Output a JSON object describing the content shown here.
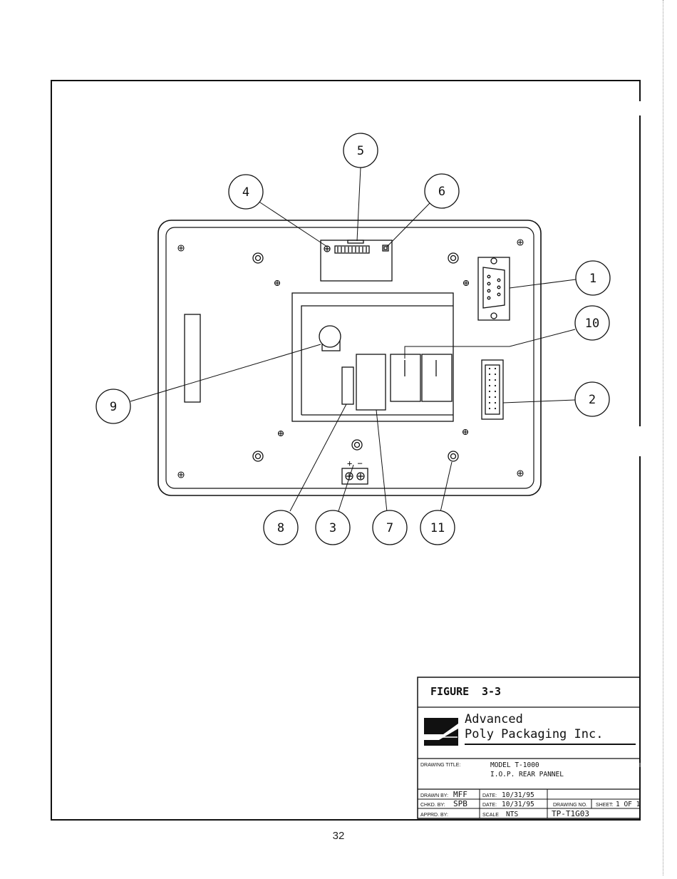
{
  "figure": {
    "label": "FIGURE",
    "number": "3-3"
  },
  "company": {
    "line1": "Advanced",
    "line2": "Poly Packaging Inc."
  },
  "drawing_title": {
    "label": "DRAWING TITLE:",
    "line1": "MODEL T-1000",
    "line2": "I.O.P. REAR PANNEL"
  },
  "drawn_by": {
    "label": "DRAWN BY:",
    "value": "MFF"
  },
  "checked_by": {
    "label": "CHKD. BY:",
    "value": "SPB"
  },
  "approved_by": {
    "label": "APPRD. BY:",
    "value": ""
  },
  "date1": {
    "label": "DATE:",
    "value": "10/31/95"
  },
  "date2": {
    "label": "DATE:",
    "value": "10/31/95"
  },
  "scale": {
    "label": "SCALE",
    "value": "NTS"
  },
  "drawing_no": {
    "label": "DRAWING NO.",
    "value": "TP-T1G03"
  },
  "sheet": {
    "label": "SHEET:",
    "value": "1 OF 1"
  },
  "terminal_polarity": "+ −",
  "callouts": [
    "1",
    "2",
    "3",
    "4",
    "5",
    "6",
    "7",
    "8",
    "9",
    "10",
    "11"
  ],
  "page_number": "32"
}
